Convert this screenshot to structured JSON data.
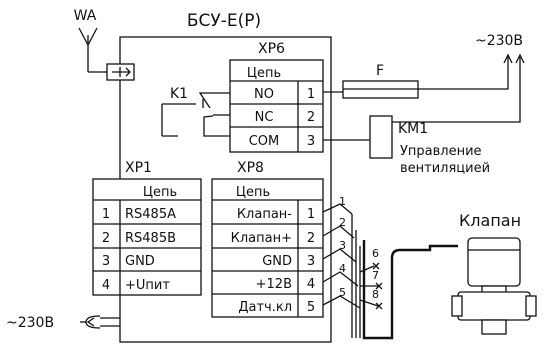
{
  "device": {
    "title": "БСУ-Е(Р)"
  },
  "antenna": {
    "label": "WA"
  },
  "power": {
    "in_label": "~230В",
    "out_label": "~230В"
  },
  "relay": {
    "label": "K1"
  },
  "fuse": {
    "label": "F"
  },
  "contactor": {
    "label": "KM1",
    "desc_line1": "Управление",
    "desc_line2": "вентиляцией"
  },
  "valve": {
    "label": "Клапан"
  },
  "xp6": {
    "title": "XP6",
    "header": "Цепь",
    "rows": [
      {
        "name": "NO",
        "num": "1"
      },
      {
        "name": "NC",
        "num": "2"
      },
      {
        "name": "COM",
        "num": "3"
      }
    ]
  },
  "xp1": {
    "title": "XP1",
    "header": "Цепь",
    "rows": [
      {
        "num": "1",
        "name": "RS485A"
      },
      {
        "num": "2",
        "name": "RS485B"
      },
      {
        "num": "3",
        "name": "GND"
      },
      {
        "num": "4",
        "name": "+Uпит"
      }
    ]
  },
  "xp8": {
    "title": "XP8",
    "header": "Цепь",
    "rows": [
      {
        "name": "Клапан-",
        "num": "1"
      },
      {
        "name": "Клапан+",
        "num": "2"
      },
      {
        "name": "GND",
        "num": "3"
      },
      {
        "name": "+12В",
        "num": "4"
      },
      {
        "name": "Датч.кл",
        "num": "5"
      }
    ]
  },
  "cable_wires": [
    "1",
    "2",
    "3",
    "4",
    "5",
    "6",
    "7",
    "8"
  ]
}
